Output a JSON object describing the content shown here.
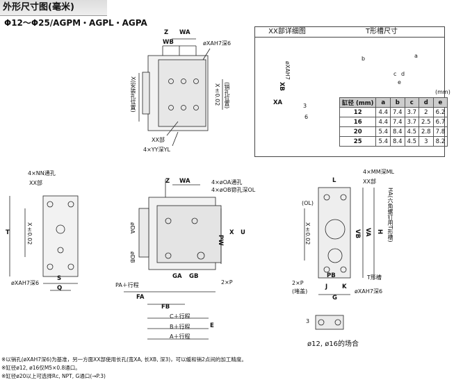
{
  "header": {
    "title": "外形尺寸图(毫米)",
    "subtitle": "Φ12～Φ25/AGPM・AGPL・AGPA"
  },
  "detail_panel": {
    "xx_title": "XX部详细图",
    "t_title": "T形槽尺寸",
    "unit": "(mm)"
  },
  "size_table": {
    "header": [
      "缸径\n(mm)",
      "a",
      "b",
      "c",
      "d",
      "e"
    ],
    "rows": [
      [
        "12",
        "4.4",
        "7.4",
        "3.7",
        "2",
        "6.2"
      ],
      [
        "16",
        "4.4",
        "7.4",
        "3.7",
        "2.5",
        "6.7"
      ],
      [
        "20",
        "5.4",
        "8.4",
        "4.5",
        "2.8",
        "7.8"
      ],
      [
        "25",
        "5.4",
        "8.4",
        "4.5",
        "3",
        "8.2"
      ]
    ]
  },
  "labels": {
    "z": "Z",
    "wa": "WA",
    "wb": "WB",
    "xa_h7_6": "øXAH7深6",
    "x_mount": "X(安装孔位置)",
    "x002": "X±0.02",
    "pin_pos": "(销孔位置)",
    "xx_part": "XX部",
    "yy_yl": "4×YY深YL",
    "xb": "XB",
    "xa": "XA",
    "xa_h7": "øXAH7",
    "three": "3",
    "six": "6",
    "t_a": "a",
    "t_b": "b",
    "t_c": "c",
    "t_d": "d",
    "t_e": "e",
    "nn": "4×NN通孔",
    "xx_part2": "XX部",
    "t": "T",
    "xa002": "X±0.02",
    "xa_h7_6b": "øXAH7深6",
    "s": "S",
    "q": "Q",
    "oa": "4×øOA通孔",
    "ob": "4×øOB锪孔深OL",
    "z2": "Z",
    "wa2": "WA",
    "da": "øDA",
    "db": "øDB",
    "pw": "PW",
    "x": "X",
    "u": "U",
    "pa": "PA＋行程",
    "fa": "FA",
    "fb": "FB",
    "ga": "GA",
    "gb": "GB",
    "p2": "2×P",
    "c_stroke": "C＋行程",
    "b_stroke": "B＋行程",
    "a_stroke": "A＋行程",
    "e": "E",
    "mm_ml": "4×MM深ML",
    "xx_part3": "XX部",
    "l": "L",
    "ol": "(OL)",
    "xa002b": "X±0.02",
    "vb": "VB",
    "va": "VA",
    "h": "H",
    "ha": "HA(六角螺钉用T形槽)",
    "p2b": "2×P",
    "plug": "(堵盖)",
    "j": "J",
    "pb": "PB",
    "k": "K",
    "g": "G",
    "t_slot": "T形槽",
    "xa_h7_6c": "øXAH7深6",
    "three_b": "3",
    "case": "ø12, ø16的场合"
  },
  "notes": [
    "※以销孔(øXAH7深6)为基准，另一方面XX部使用长孔(宽XA, 长XB, 深3)，可以缓和销2点间的加工精度。",
    "※缸径ø12, ø16仅M5×0.8通口。",
    "※缸径ø20以上可选择Rc, NPT, G通口(→P.3)"
  ]
}
